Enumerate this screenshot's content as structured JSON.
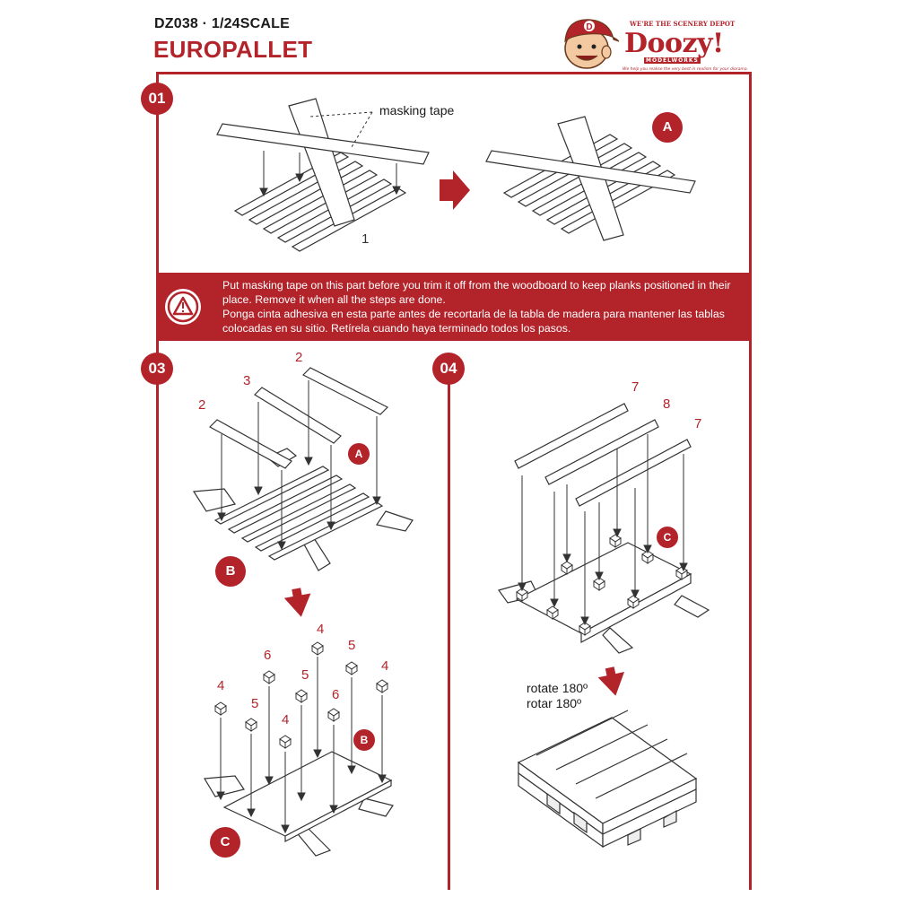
{
  "header": {
    "product_code": "DZ038 · 1/24SCALE",
    "product_title": "EUROPALLET"
  },
  "brand": {
    "logo_letter": "D",
    "name": "Doozy!",
    "tagline": "WE'RE THE SCENERY DEPOT",
    "sub": "MODELWORKS",
    "slogan": "We help you realise the very best in realism for your diorama."
  },
  "colors": {
    "accent": "#b3232a",
    "text": "#1a1a1a"
  },
  "steps": {
    "s1": {
      "badge": "01",
      "callout": "masking tape",
      "part_number": "1",
      "result_badge": "A"
    },
    "s3": {
      "badge": "03",
      "planks": [
        "2",
        "3",
        "2"
      ],
      "badge_a": "A",
      "badge_b": "B",
      "blocks": [
        "4",
        "6",
        "4",
        "5",
        "5",
        "4",
        "5",
        "6",
        "4"
      ],
      "badge_b2": "B",
      "badge_c": "C"
    },
    "s4": {
      "badge": "04",
      "planks": [
        "7",
        "8",
        "7"
      ],
      "badge_c": "C",
      "rotate_en": "rotate 180º",
      "rotate_es": "rotar 180º"
    }
  },
  "note": {
    "icon": "warning-icon",
    "text_en": "Put masking tape on this part before you trim it off from the woodboard to  keep planks positioned in their place. Remove it when all the steps are done.",
    "text_es": "Ponga cinta adhesiva en esta parte antes de recortarla de la tabla de madera para  mantener las tablas colocadas en su sitio. Retírela cuando haya terminado todos los pasos."
  }
}
